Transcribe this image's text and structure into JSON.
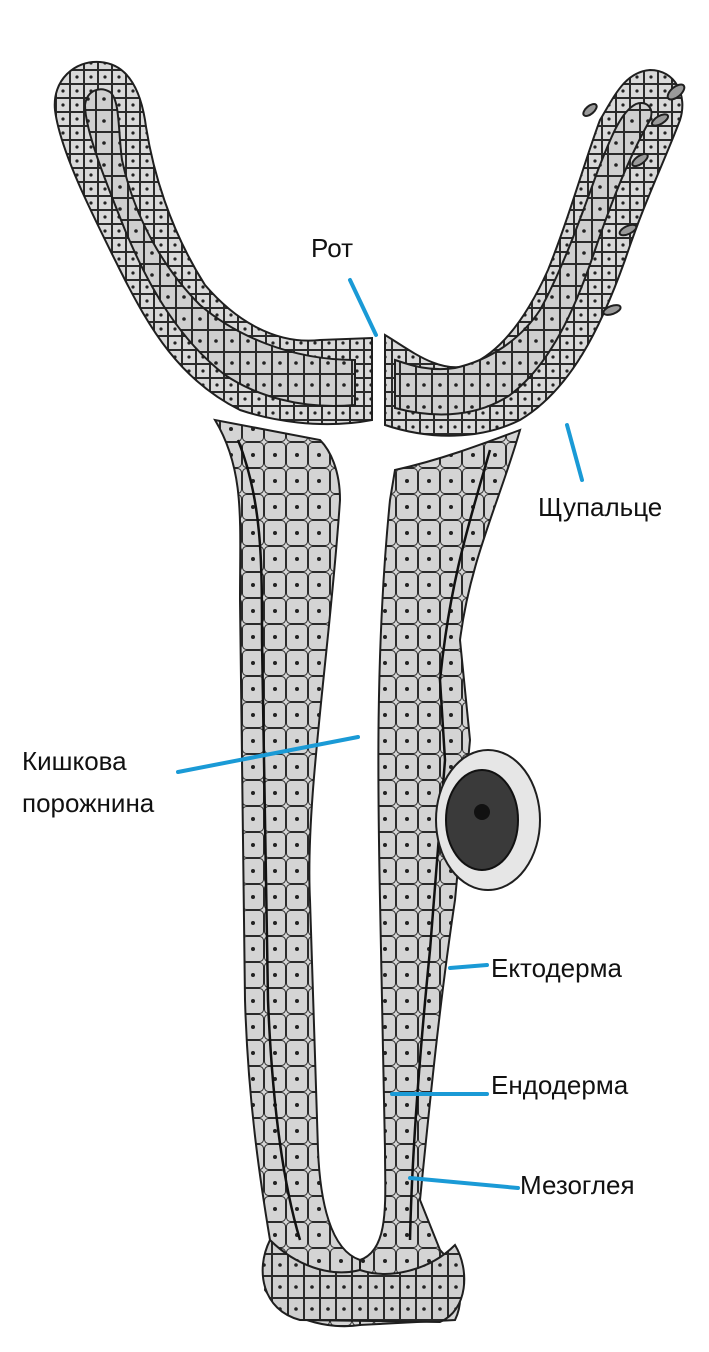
{
  "labels": {
    "mouth": "Рот",
    "tentacle": "Щупальце",
    "gut_line1": "Кишкова",
    "gut_line2": "порожнина",
    "ectoderm": "Ектодерма",
    "endoderm": "Ендодерма",
    "mesoglea": "Мезоглея"
  },
  "colors": {
    "leader": "#1a9ad6",
    "cell_fill": "#d9d9d9",
    "cell_fill_dark": "#bdbdbd",
    "outline": "#1f1f1f",
    "gonad": "#3a3a3a"
  }
}
